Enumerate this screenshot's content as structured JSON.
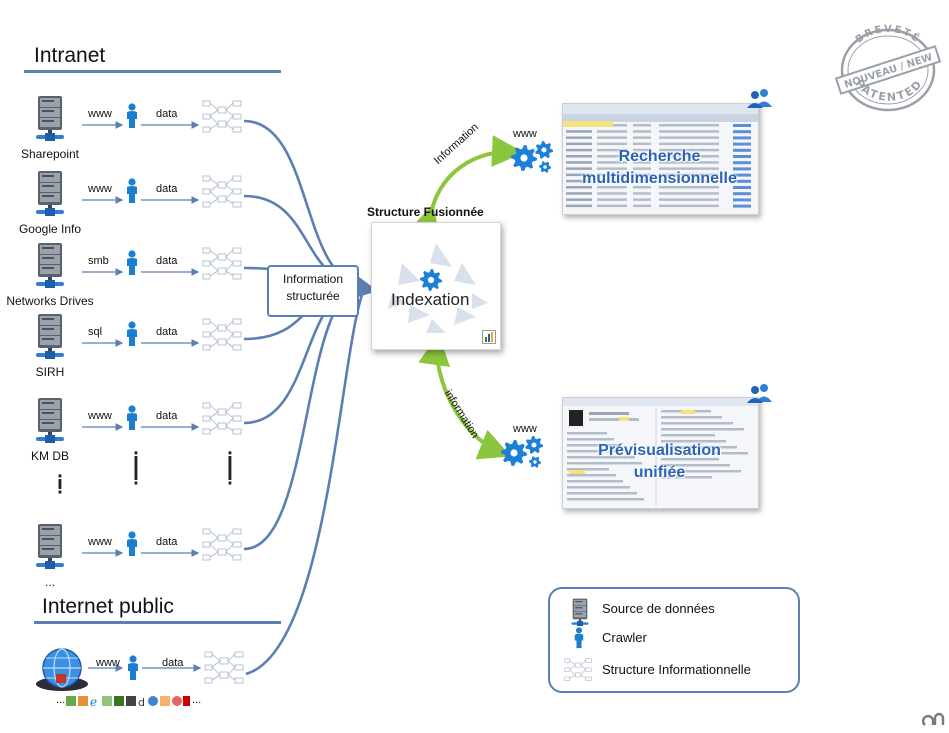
{
  "intranet": {
    "title": "Intranet",
    "sources": [
      {
        "label": "Sharepoint",
        "protocol": "www",
        "flow": "data"
      },
      {
        "label": "Google Info",
        "protocol": "www",
        "flow": "data"
      },
      {
        "label": "Networks Drives",
        "protocol": "smb",
        "flow": "data"
      },
      {
        "label": "SIRH",
        "protocol": "sql",
        "flow": "data"
      },
      {
        "label": "KM DB",
        "protocol": "www",
        "flow": "data"
      },
      {
        "label": "...",
        "protocol": "www",
        "flow": "data"
      }
    ],
    "more_dots": "⋮"
  },
  "internet": {
    "title": "Internet public",
    "protocol": "www",
    "flow": "data",
    "ellipsis_left": "...",
    "ellipsis_right": "..."
  },
  "info_box": {
    "line1": "Information",
    "line2": "structurée"
  },
  "fusion": {
    "title": "Structure Fusionnée",
    "index_label": "Indexation"
  },
  "outputs": [
    {
      "edge_label": "Information",
      "protocol": "www",
      "line1": "Recherche",
      "line2": "multidimensionnelle"
    },
    {
      "edge_label": "information",
      "protocol": "www",
      "line1": "Prévisualisation",
      "line2": "unifiée"
    }
  ],
  "legend": {
    "source": "Source de données",
    "crawler": "Crawler",
    "structure": "Structure  Informationnelle"
  },
  "stamp": {
    "top": "BREVETÉ",
    "middle": "NOUVEAU / NEW",
    "bottom": "PATENTED"
  },
  "colors": {
    "accent": "#5b7fb3",
    "green": "#8cc63f",
    "gear_blue": "#1d7fd8",
    "crawler": "#1a7fd0"
  }
}
